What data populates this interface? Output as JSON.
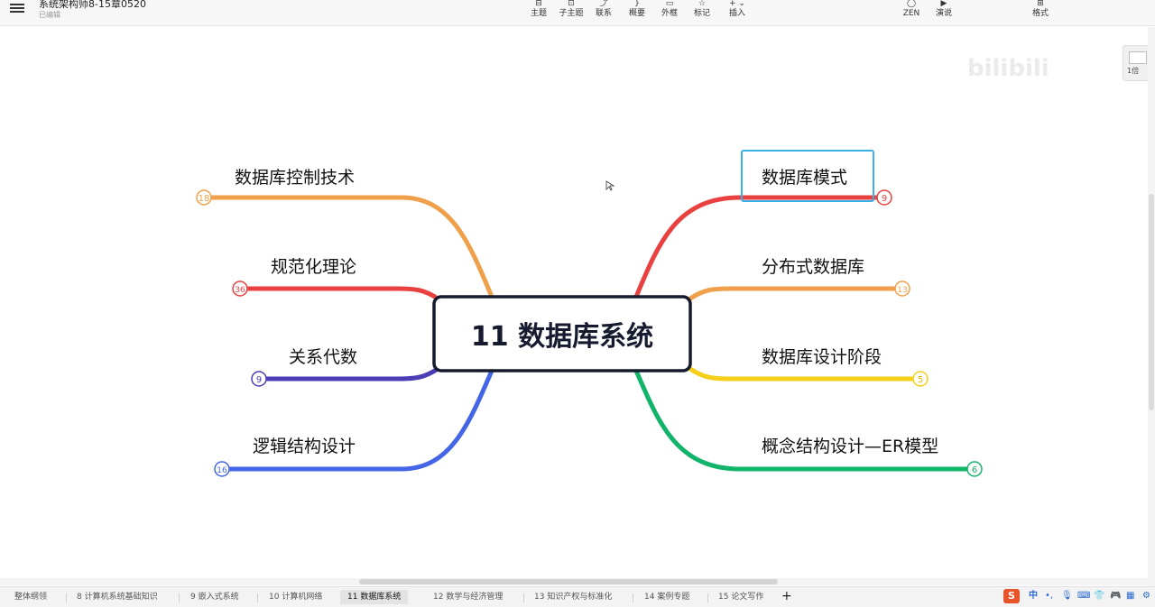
{
  "header": {
    "doc_title": "系统架构师8-15章0520",
    "doc_status": "已编辑",
    "tools": [
      {
        "label": "主题",
        "icon": "topic-icon"
      },
      {
        "label": "子主题",
        "icon": "subtopic-icon"
      },
      {
        "label": "联系",
        "icon": "relationship-icon"
      },
      {
        "label": "概要",
        "icon": "summary-icon"
      },
      {
        "label": "外框",
        "icon": "boundary-icon"
      },
      {
        "label": "标记",
        "icon": "marker-icon"
      },
      {
        "label": "插入",
        "icon": "insert-icon"
      },
      {
        "label": "ZEN",
        "icon": "zen-icon"
      },
      {
        "label": "演说",
        "icon": "pitch-icon"
      },
      {
        "label": "格式",
        "icon": "format-icon"
      }
    ]
  },
  "mindmap": {
    "central": "11 数据库系统",
    "branches": [
      {
        "label": "数据库控制技术",
        "count": "18",
        "color": "#f0a04b"
      },
      {
        "label": "规范化理论",
        "count": "36",
        "color": "#e94040"
      },
      {
        "label": "关系代数",
        "count": "9",
        "color": "#4b3db4"
      },
      {
        "label": "逻辑结构设计",
        "count": "16",
        "color": "#4466e6"
      },
      {
        "label": "数据库模式",
        "count": "9",
        "color": "#e94040"
      },
      {
        "label": "分布式数据库",
        "count": "13",
        "color": "#f0a04b"
      },
      {
        "label": "数据库设计阶段",
        "count": "5",
        "color": "#f5cf1a"
      },
      {
        "label": "概念结构设计—ER模型",
        "count": "6",
        "color": "#12b36b"
      }
    ],
    "selected_color": "#3ab0e8"
  },
  "watermark": "bilibili",
  "side_panel_label": "1倍",
  "sheet_tabs": [
    "整体纲领",
    "8 计算机系统基础知识",
    "9 嵌入式系统",
    "10 计算机网络",
    "11 数据库系统",
    "12 数学与经济管理",
    "13 知识产权与标准化",
    "14 案例专题",
    "15 论文写作"
  ],
  "active_tab": "11 数据库系统",
  "add_tab_label": "+",
  "tray": {
    "ime_logo": "S",
    "ime_lang": "中"
  }
}
